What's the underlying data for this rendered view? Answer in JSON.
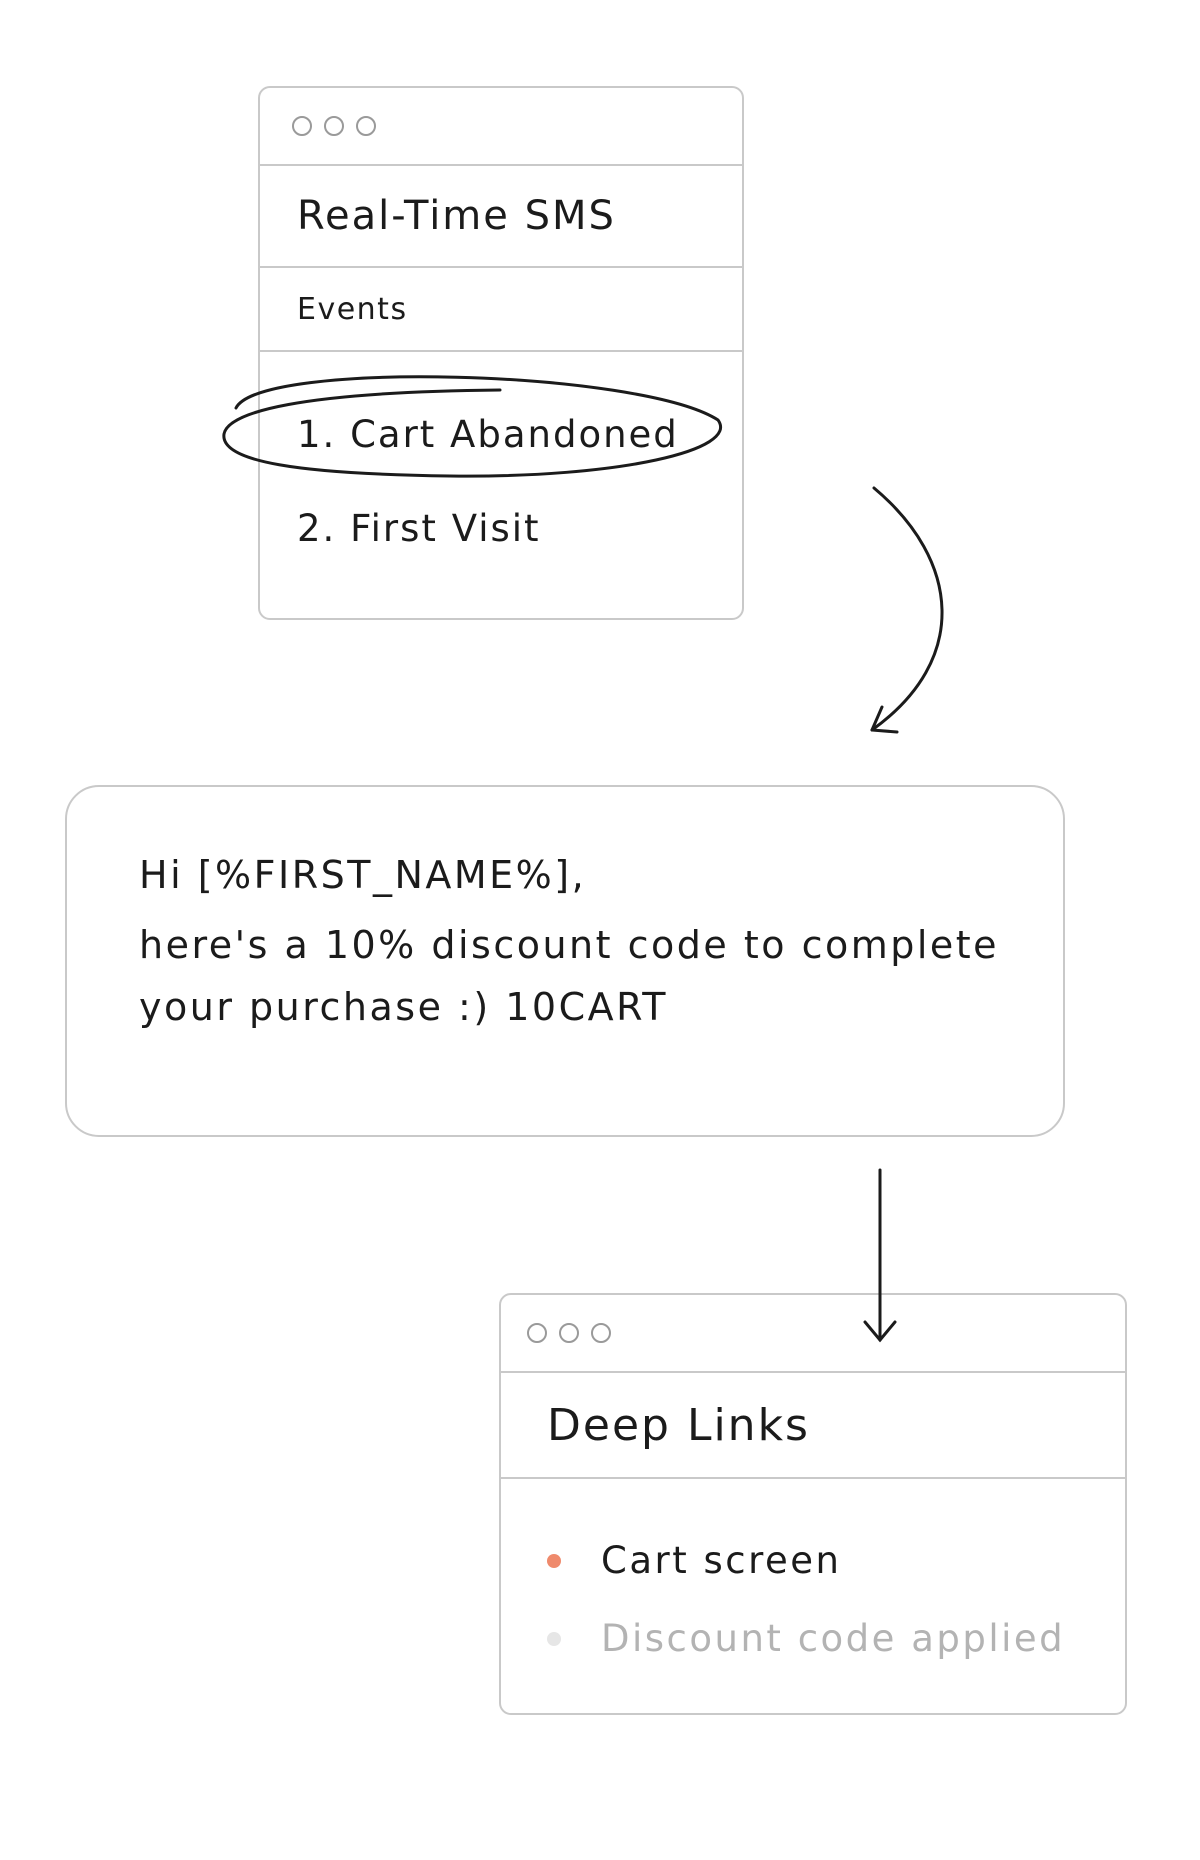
{
  "events_window": {
    "title": "Real-Time SMS",
    "section": "Events",
    "items": [
      {
        "label": "1. Cart Abandoned",
        "highlighted": true
      },
      {
        "label": "2. First Visit",
        "highlighted": false
      }
    ]
  },
  "message": {
    "line1": "Hi [%FIRST_NAME%],",
    "line2": "here's a 10% discount code to complete",
    "line3": "your purchase :) 10CART"
  },
  "deeplinks_window": {
    "title": "Deep Links",
    "items": [
      {
        "label": "Cart screen",
        "active": true
      },
      {
        "label": "Discount code applied",
        "active": false
      }
    ]
  },
  "colors": {
    "active_bullet": "#ef8a6c",
    "inactive_bullet": "#e6e6e6",
    "border": "#c9c9c9"
  }
}
